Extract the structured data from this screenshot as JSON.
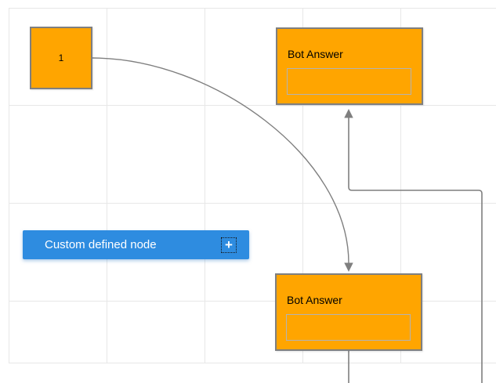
{
  "colors": {
    "canvas_bg": "#ffffff",
    "grid_line": "#e7e7e7",
    "node_fill": "#FFA500",
    "node_border": "#7f7f7f",
    "inner_box_border": "#b3b3b3",
    "connector": "#7f7f7f",
    "custom_node_fill": "#2E8CE0",
    "custom_node_text": "#ffffff",
    "node_text": "#000000"
  },
  "nodes": {
    "start": {
      "label": "1"
    },
    "bot_answer_top": {
      "title": "Bot Answer",
      "input_value": ""
    },
    "bot_answer_bottom": {
      "title": "Bot Answer",
      "input_value": ""
    },
    "custom": {
      "label": "Custom defined node",
      "add_icon": "+"
    }
  }
}
